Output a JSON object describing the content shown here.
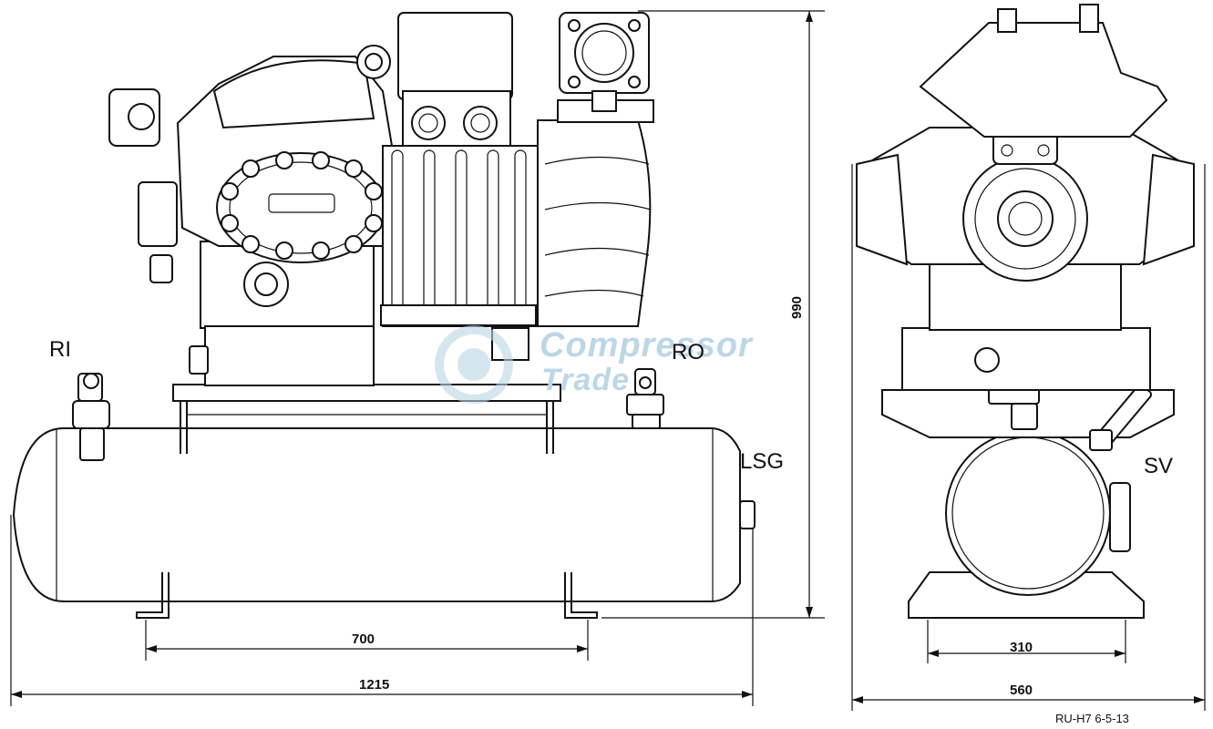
{
  "labels": {
    "ri": "RI",
    "ro": "RO",
    "lsg": "LSG",
    "sv": "SV"
  },
  "dimensions": {
    "height": "990",
    "feet_spacing_side": "700",
    "total_length": "1215",
    "feet_spacing_front": "310",
    "total_width": "560"
  },
  "drawing_ref": "RU-H7 6-5-13",
  "watermark": {
    "line1": "Compressor",
    "line2": "Trade"
  },
  "colors": {
    "line": "#111111",
    "watermark": "#bcd7e6"
  }
}
